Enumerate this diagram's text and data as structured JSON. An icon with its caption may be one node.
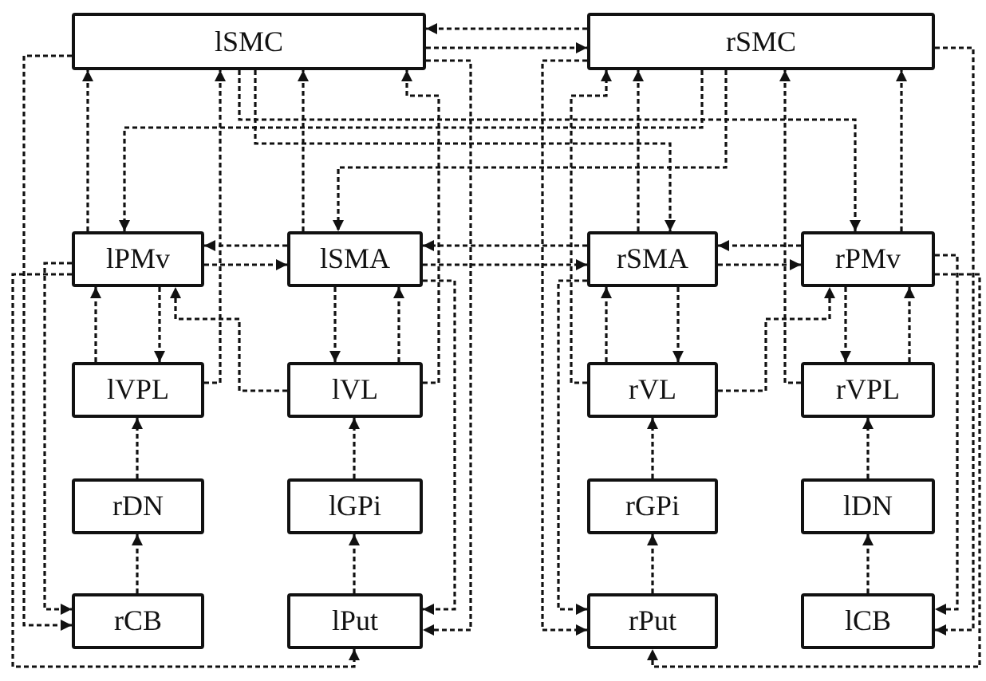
{
  "diagram": {
    "nodes": [
      {
        "text": [
          "lSMC"
        ]
      },
      {
        "text": [
          "rSMC"
        ]
      },
      {
        "text": [
          "lPMv"
        ]
      },
      {
        "text": [
          "lSMA"
        ]
      },
      {
        "text": [
          "rSMA"
        ]
      },
      {
        "text": [
          "rPMv"
        ]
      },
      {
        "text": [
          "lVPL"
        ]
      },
      {
        "text": [
          "lVL"
        ]
      },
      {
        "text": [
          "rVL"
        ]
      },
      {
        "text": [
          "rVPL"
        ]
      },
      {
        "text": [
          "rDN"
        ]
      },
      {
        "text": [
          "lGPi"
        ]
      },
      {
        "text": [
          "rGPi"
        ]
      },
      {
        "text": [
          "lDN"
        ]
      },
      {
        "text": [
          "rCB"
        ]
      },
      {
        "text": [
          "lPut"
        ]
      },
      {
        "text": [
          "rPut"
        ]
      },
      {
        "text": [
          "lCB"
        ]
      }
    ],
    "edges": [
      {
        "from": 10,
        "to": 6,
        "arrow": "to",
        "style": "dashed"
      },
      {
        "from": 14,
        "to": 10,
        "arrow": "to",
        "style": "dashed"
      },
      {
        "from": 15,
        "to": 11,
        "arrow": "to",
        "style": "dashed"
      },
      {
        "from": 11,
        "to": 7,
        "arrow": "to",
        "style": "dashed"
      },
      {
        "from": 16,
        "to": 12,
        "arrow": "to",
        "style": "dashed"
      },
      {
        "from": 12,
        "to": 8,
        "arrow": "to",
        "style": "dashed"
      },
      {
        "from": 17,
        "to": 13,
        "arrow": "to",
        "style": "dashed"
      },
      {
        "from": 13,
        "to": 9,
        "arrow": "to",
        "style": "dashed"
      },
      {
        "from": 1,
        "to": 0,
        "arrow": "to",
        "style": "dashed"
      },
      {
        "from": 0,
        "to": 1,
        "arrow": "to",
        "style": "dashed"
      },
      {
        "from": 2,
        "to": 0,
        "arrow": "to",
        "style": "dashed"
      },
      {
        "from": 3,
        "to": 0,
        "arrow": "to",
        "style": "dashed"
      },
      {
        "from": 2,
        "to": 3,
        "arrow": "to",
        "style": "dashed"
      },
      {
        "from": 3,
        "to": 2,
        "arrow": "to",
        "style": "dashed"
      },
      {
        "from": 5,
        "to": 1,
        "arrow": "to",
        "style": "dashed"
      },
      {
        "from": 4,
        "to": 1,
        "arrow": "to",
        "style": "dashed"
      },
      {
        "from": 5,
        "to": 4,
        "arrow": "to",
        "style": "dashed"
      },
      {
        "from": 4,
        "to": 5,
        "arrow": "to",
        "style": "dashed"
      },
      {
        "from": 0,
        "to": 5,
        "arrow": "to",
        "style": "dashed"
      },
      {
        "from": 0,
        "to": 4,
        "arrow": "to",
        "style": "dashed"
      },
      {
        "from": 1,
        "to": 2,
        "arrow": "to",
        "style": "dashed"
      },
      {
        "from": 1,
        "to": 3,
        "arrow": "to",
        "style": "dashed"
      },
      {
        "from": 4,
        "to": 3,
        "arrow": "to",
        "style": "dashed"
      },
      {
        "from": 3,
        "to": 4,
        "arrow": "to",
        "style": "dashed"
      },
      {
        "from": 6,
        "to": 2,
        "arrow": "to",
        "style": "dashed"
      },
      {
        "from": 2,
        "to": 6,
        "arrow": "to",
        "style": "dashed"
      },
      {
        "from": 7,
        "to": 3,
        "arrow": "to",
        "style": "dashed"
      },
      {
        "from": 3,
        "to": 7,
        "arrow": "to",
        "style": "dashed"
      },
      {
        "from": 7,
        "to": 2,
        "arrow": "to",
        "style": "dashed"
      },
      {
        "from": 6,
        "to": 0,
        "arrow": "to",
        "style": "dashed"
      },
      {
        "from": 7,
        "to": 0,
        "arrow": "to",
        "style": "dashed"
      },
      {
        "from": 9,
        "to": 5,
        "arrow": "to",
        "style": "dashed"
      },
      {
        "from": 5,
        "to": 9,
        "arrow": "to",
        "style": "dashed"
      },
      {
        "from": 8,
        "to": 4,
        "arrow": "to",
        "style": "dashed"
      },
      {
        "from": 4,
        "to": 8,
        "arrow": "to",
        "style": "dashed"
      },
      {
        "from": 8,
        "to": 5,
        "arrow": "to",
        "style": "dashed"
      },
      {
        "from": 9,
        "to": 1,
        "arrow": "to",
        "style": "dashed"
      },
      {
        "from": 8,
        "to": 1,
        "arrow": "to",
        "style": "dashed"
      },
      {
        "from": 0,
        "to": 14,
        "arrow": "to",
        "style": "dashed"
      },
      {
        "from": 2,
        "to": 14,
        "arrow": "to",
        "style": "dashed"
      },
      {
        "from": 3,
        "to": 15,
        "arrow": "to",
        "style": "dashed"
      },
      {
        "from": 0,
        "to": 15,
        "arrow": "to",
        "style": "dashed"
      },
      {
        "from": 2,
        "to": 15,
        "arrow": "to",
        "style": "dashed"
      },
      {
        "from": 1,
        "to": 16,
        "arrow": "to",
        "style": "dashed"
      },
      {
        "from": 4,
        "to": 16,
        "arrow": "to",
        "style": "dashed"
      },
      {
        "from": 1,
        "to": 17,
        "arrow": "to",
        "style": "dashed"
      },
      {
        "from": 5,
        "to": 17,
        "arrow": "to",
        "style": "dashed"
      },
      {
        "from": 5,
        "to": 16,
        "arrow": "to",
        "style": "dashed"
      }
    ]
  }
}
